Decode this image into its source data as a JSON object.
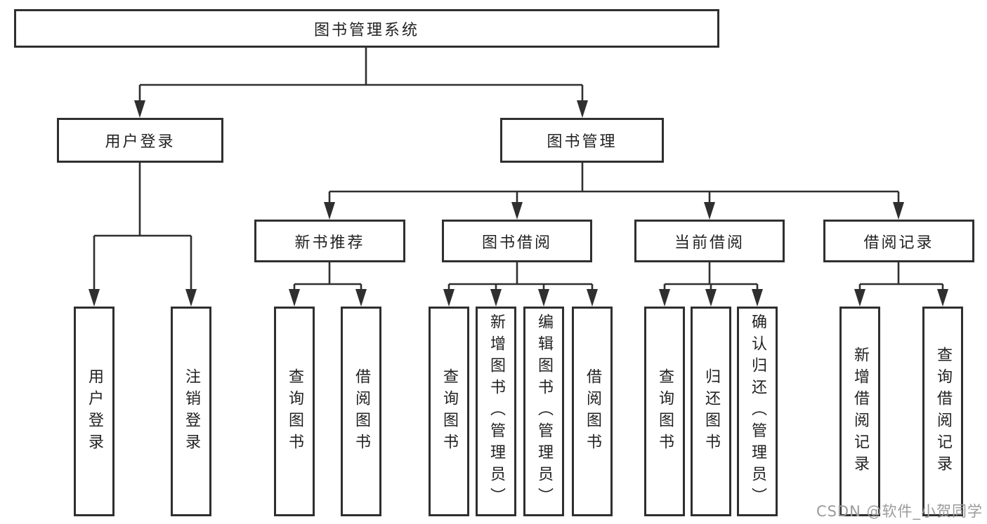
{
  "diagram": {
    "root_label": "图书管理系统",
    "branches": {
      "user_login": {
        "label": "用户登录",
        "children": [
          {
            "label": "用户登录"
          },
          {
            "label": "注销登录"
          }
        ]
      },
      "book_mgmt": {
        "label": "图书管理",
        "groups": {
          "new_book_rec": {
            "label": "新书推荐",
            "children": [
              {
                "label": "查询图书"
              },
              {
                "label": "借阅图书"
              }
            ]
          },
          "book_borrow": {
            "label": "图书借阅",
            "children": [
              {
                "label": "查询图书"
              },
              {
                "label": "新增图书（管理员）"
              },
              {
                "label": "编辑图书（管理员）"
              },
              {
                "label": "借阅图书"
              }
            ]
          },
          "current_borrow": {
            "label": "当前借阅",
            "children": [
              {
                "label": "查询图书"
              },
              {
                "label": "归还图书"
              },
              {
                "label": "确认归还（管理员）"
              }
            ]
          },
          "borrow_records": {
            "label": "借阅记录",
            "children": [
              {
                "label": "新增借阅记录"
              },
              {
                "label": "查询借阅记录"
              }
            ]
          }
        }
      }
    }
  },
  "watermark": {
    "text": "CSDN @软件_小贺同学"
  },
  "colors": {
    "line": "#2f2f2f",
    "text": "#222222",
    "background": "#ffffff",
    "watermark": "#9b9b9b"
  }
}
